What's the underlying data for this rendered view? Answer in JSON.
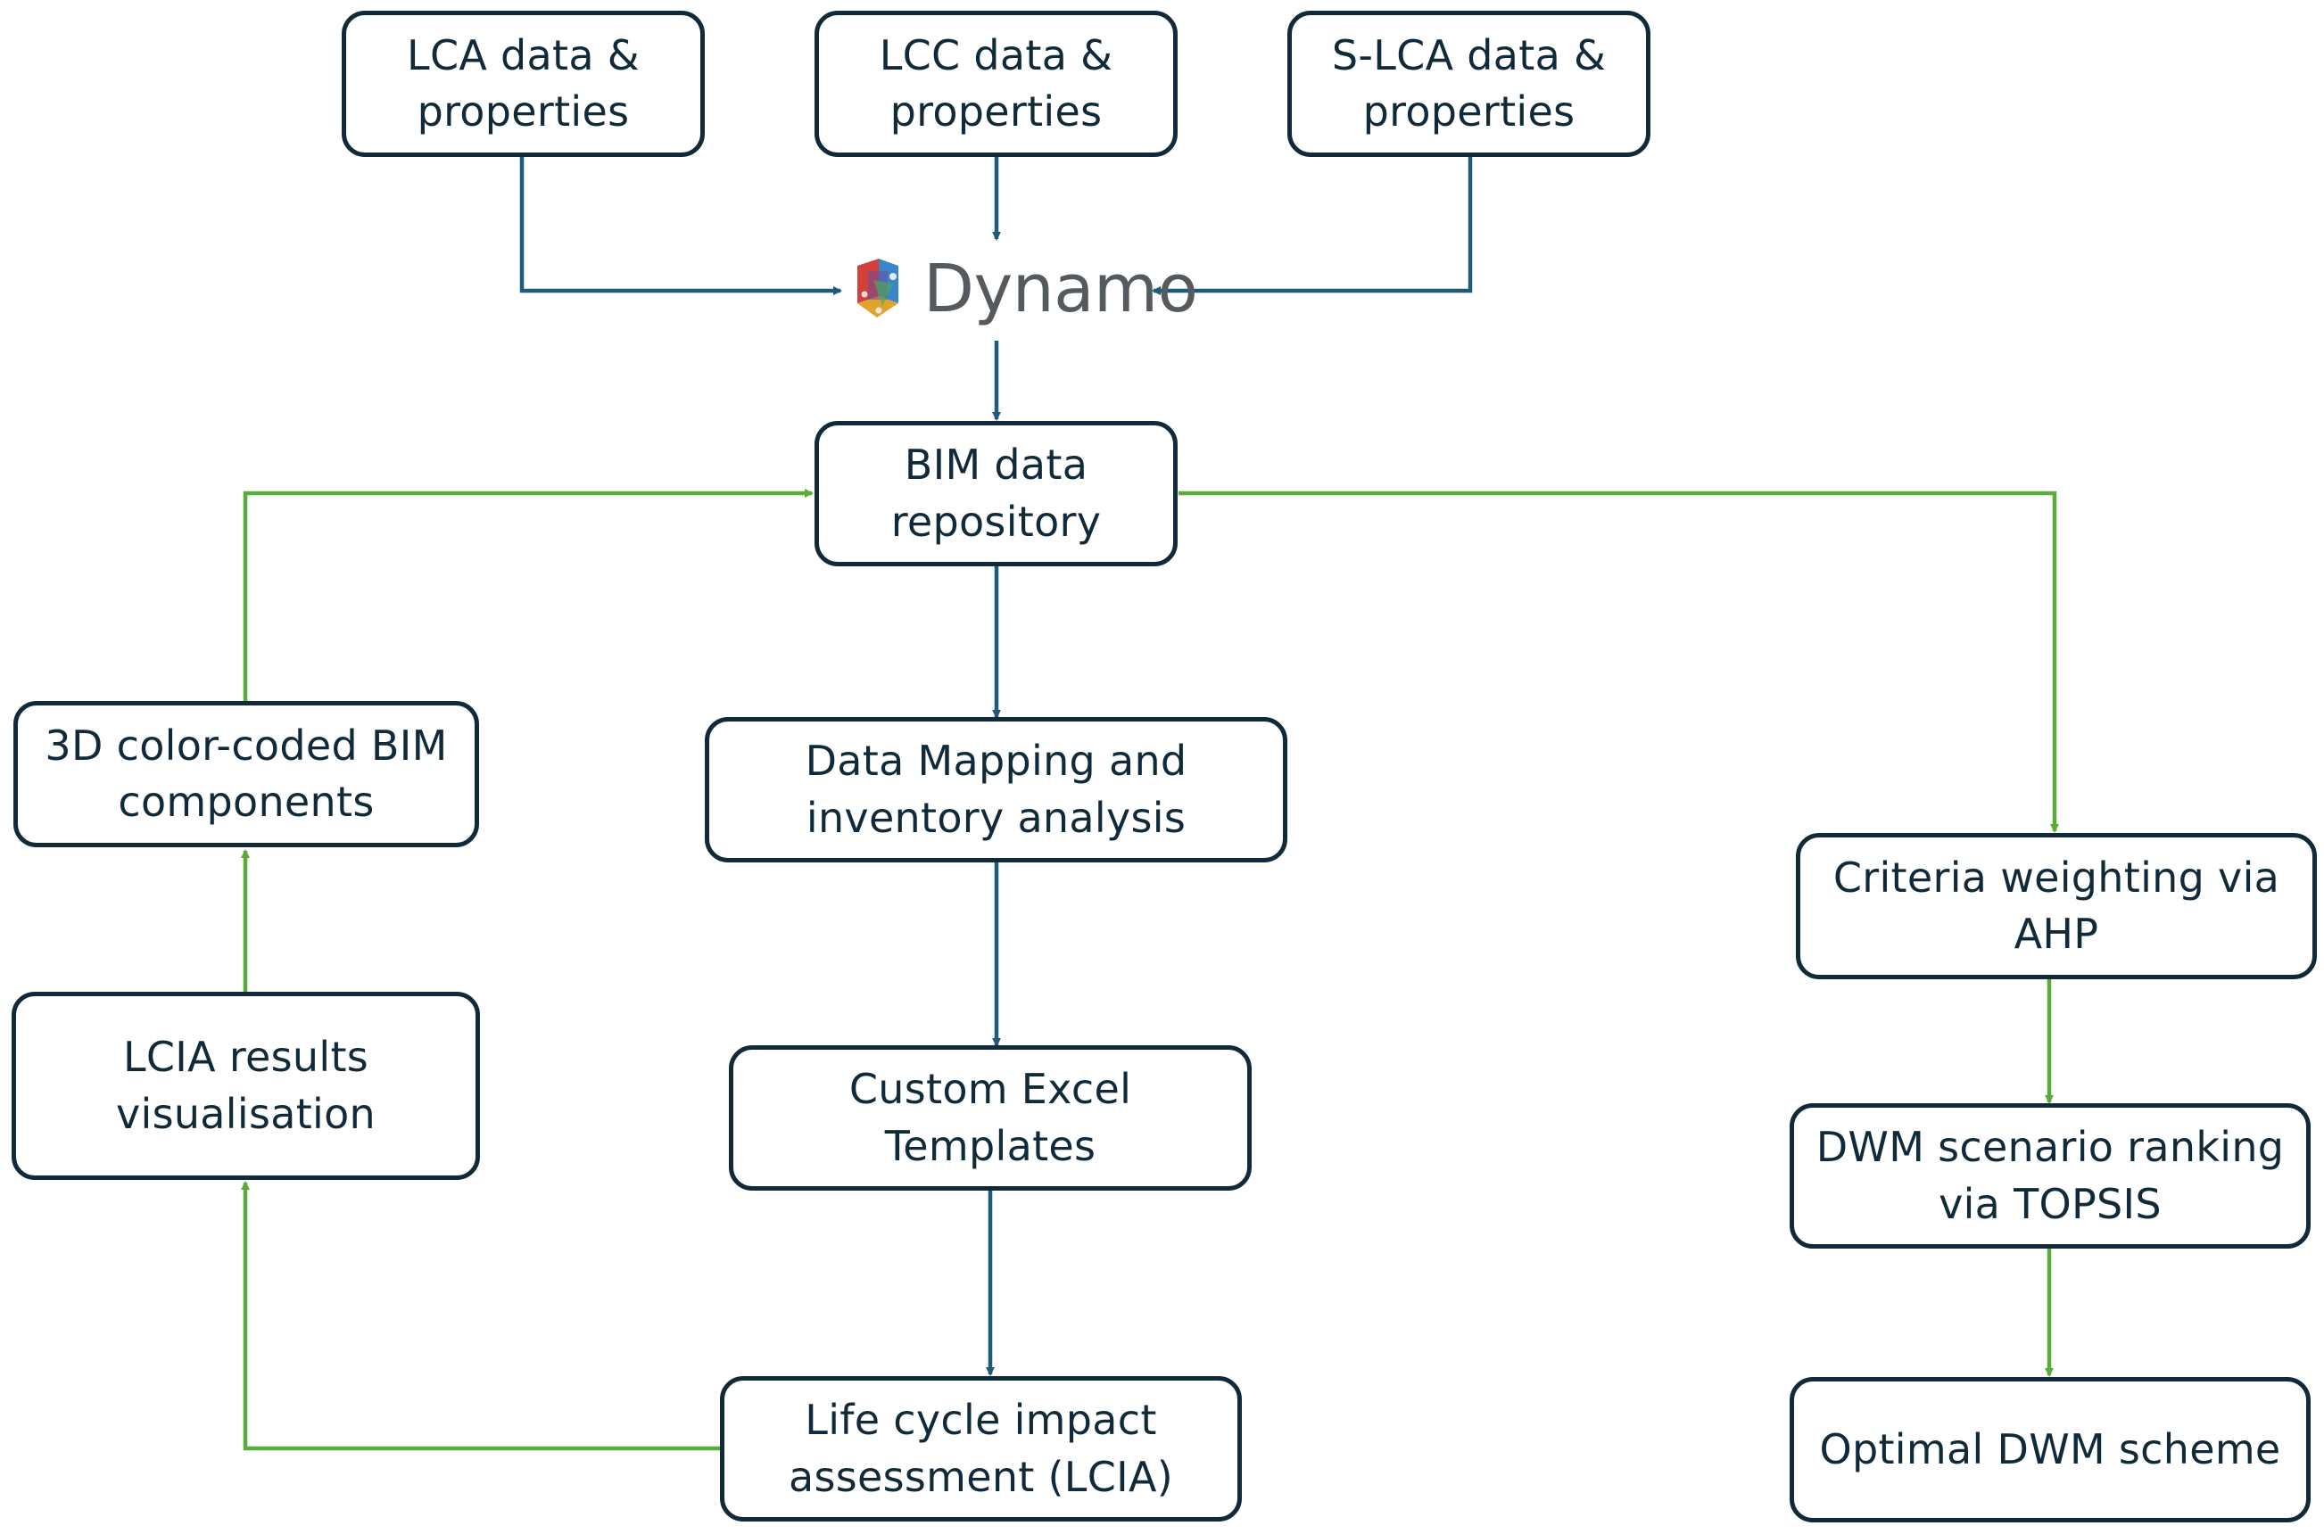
{
  "colors": {
    "box_border": "#102a3a",
    "flow_main": "#1d5b78",
    "flow_feedback": "#59ab3a",
    "text": "#102a3a",
    "logo_text": "#555a5e"
  },
  "logo": {
    "label": "Dynamo",
    "icon": "dynamo-logo-icon"
  },
  "nodes": {
    "lca": {
      "line1": "LCA data &",
      "line2": "properties"
    },
    "lcc": {
      "line1": "LCC data &",
      "line2": "properties"
    },
    "slca": {
      "line1": "S-LCA data &",
      "line2": "properties"
    },
    "bim": {
      "line1": "BIM data",
      "line2": "repository"
    },
    "mapping": {
      "line1": "Data Mapping and",
      "line2": "inventory analysis"
    },
    "excel": {
      "line1": "Custom Excel",
      "line2": "Templates"
    },
    "lcia": {
      "line1": "Life cycle impact",
      "line2": "assessment (LCIA)"
    },
    "bim3d": {
      "line1": "3D color-coded BIM",
      "line2": "components"
    },
    "vis": {
      "line1": "LCIA results",
      "line2": "visualisation"
    },
    "ahp": {
      "line1": "Criteria weighting via",
      "line2": "AHP"
    },
    "topsis": {
      "line1": "DWM scenario ranking",
      "line2": "via TOPSIS"
    },
    "optimal": {
      "line1": "Optimal DWM scheme"
    }
  }
}
